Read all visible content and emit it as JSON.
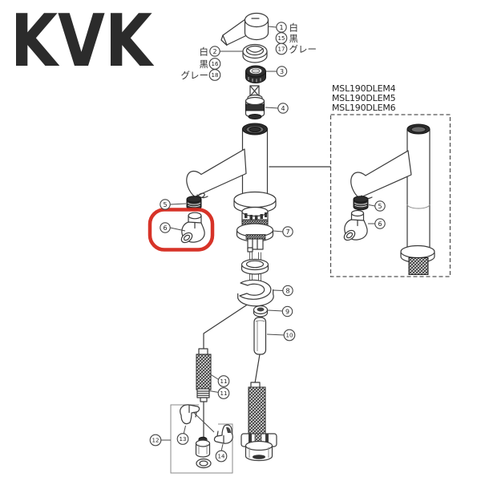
{
  "brand": {
    "logo_text": "KVK",
    "logo_color": "#d8161f"
  },
  "models": {
    "line1": "MSL190DLEM4",
    "line2": "MSL190DLEM5",
    "line3": "MSL190DLEM6"
  },
  "legend": {
    "handle_colors": {
      "white": "白",
      "black": "黒",
      "gray": "グレー"
    },
    "ring_colors": {
      "white": "白",
      "black": "黒",
      "gray": "グレー"
    }
  },
  "callouts": {
    "n1": "1",
    "n2": "2",
    "n3": "3",
    "n4": "4",
    "n5": "5",
    "n6": "6",
    "n7": "7",
    "n8": "8",
    "n9": "9",
    "n10": "10",
    "n11": "11",
    "n12": "12",
    "n13": "13",
    "n14": "14",
    "n15": "15",
    "n16": "16",
    "n17": "17",
    "n18": "18"
  },
  "highlight": {
    "highlighted_part": "6",
    "color": "#d5281c"
  }
}
